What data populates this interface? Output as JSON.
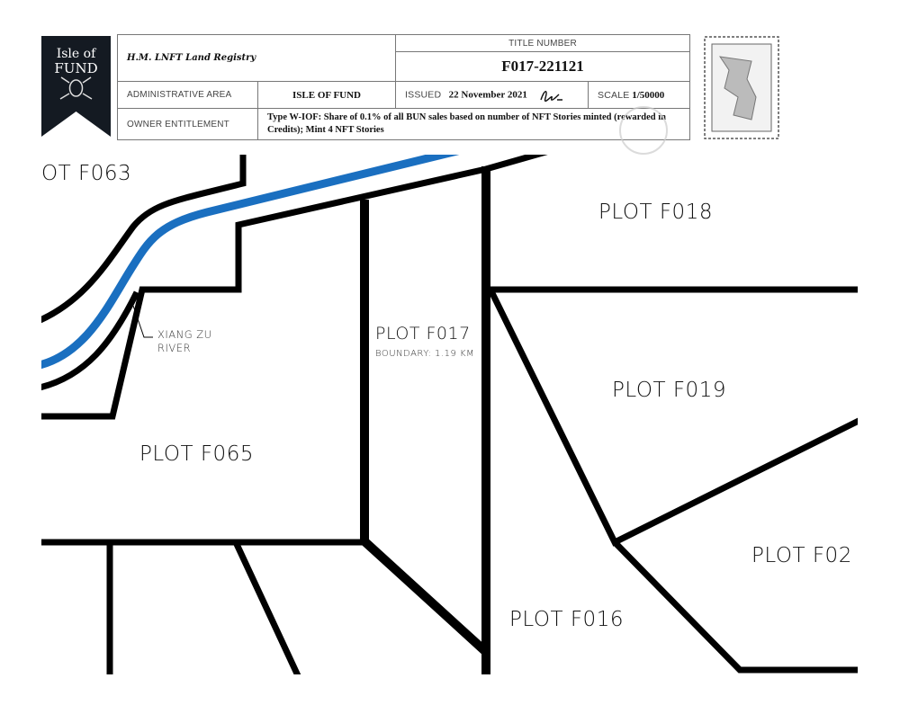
{
  "logo": {
    "line1": "Isle of",
    "line2": "FUND"
  },
  "header": {
    "registry_title": "H.M. LNFT Land Registry",
    "title_number_label": "TITLE NUMBER",
    "title_number": "F017-221121",
    "admin_area_label": "ADMINISTRATIVE AREA",
    "admin_area": "ISLE OF FUND",
    "issued_label": "ISSUED",
    "issued_date": "22 November 2021",
    "scale_label": "SCALE",
    "scale": "1/50000",
    "owner_label": "OWNER ENTITLEMENT",
    "owner_text": "Type W-IOF: Share of 0.1% of all BUN sales based on number of NFT Stories minted (rewarded in Credits); Mint 4 NFT Stories"
  },
  "map": {
    "river_color": "#1a6fc0",
    "river_label_1": "XIANG ZU",
    "river_label_2": "RIVER",
    "plots": {
      "f063": "OT F063",
      "f018": "PLOT F018",
      "f019": "PLOT F019",
      "f065": "PLOT F065",
      "f017": "PLOT F017",
      "f017_boundary": "BOUNDARY: 1.19 KM",
      "f02x": "PLOT F02",
      "f016": "PLOT F016"
    }
  }
}
